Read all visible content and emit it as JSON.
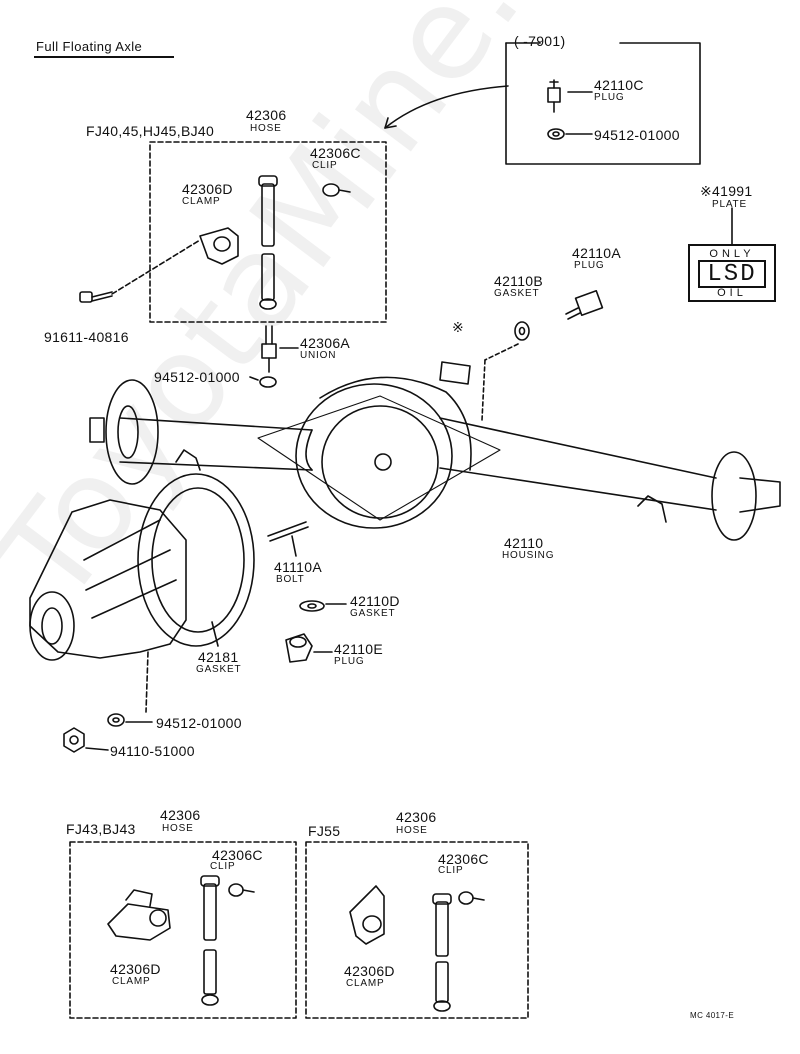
{
  "title": "Full Floating Axle",
  "watermark": "ToyotaMine.ru",
  "footer_code": "MC 4017-E",
  "top_box": {
    "serial": "(      -7901)",
    "parts": [
      {
        "number": "42110C",
        "name": "PLUG"
      },
      {
        "number": "94512-01000",
        "name": ""
      }
    ]
  },
  "plate": {
    "number": "※41991",
    "name": "PLATE",
    "line_top": "ONLY",
    "line_mid": "LSD",
    "line_bottom": "OIL"
  },
  "upper_hose_group": {
    "models": "FJ40,45,HJ45,BJ40",
    "hose_number": "42306",
    "hose_name": "HOSE",
    "clip_number": "42306C",
    "clip_name": "CLIP",
    "clamp_number": "42306D",
    "clamp_name": "CLAMP"
  },
  "parts": {
    "bolt_left": {
      "number": "91611-40816"
    },
    "union": {
      "number": "42306A",
      "name": "UNION"
    },
    "washer_union": {
      "number": "94512-01000"
    },
    "plug_a": {
      "number": "42110A",
      "name": "PLUG"
    },
    "gasket_b": {
      "number": "42110B",
      "name": "GASKET"
    },
    "asterisk": "※",
    "housing": {
      "number": "42110",
      "name": "HOUSING"
    },
    "bolt": {
      "number": "41110A",
      "name": "BOLT"
    },
    "gasket_d": {
      "number": "42110D",
      "name": "GASKET"
    },
    "plug_e": {
      "number": "42110E",
      "name": "PLUG"
    },
    "gasket_carrier": {
      "number": "42181",
      "name": "GASKET"
    },
    "washer_lower": {
      "number": "94512-01000"
    },
    "nut_lower": {
      "number": "94110-51000"
    }
  },
  "lower_left_group": {
    "models": "FJ43,BJ43",
    "hose_number": "42306",
    "hose_name": "HOSE",
    "clip_number": "42306C",
    "clip_name": "CLIP",
    "clamp_number": "42306D",
    "clamp_name": "CLAMP"
  },
  "lower_right_group": {
    "models": "FJ55",
    "hose_number": "42306",
    "hose_name": "HOSE",
    "clip_number": "42306C",
    "clip_name": "CLIP",
    "clamp_number": "42306D",
    "clamp_name": "CLAMP"
  }
}
